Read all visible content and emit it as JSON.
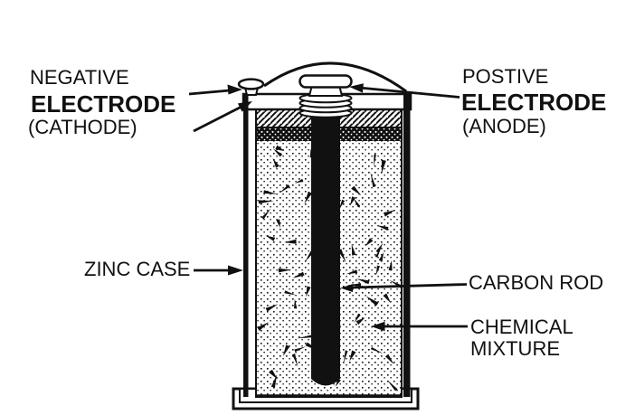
{
  "labels": {
    "negative": {
      "line1": "NEGATIVE",
      "line2": "ELECTRODE",
      "line3": "(CATHODE)"
    },
    "positive": {
      "line1": "POSTIVE",
      "line2": "ELECTRODE",
      "line3": "(ANODE)"
    },
    "zinc_case": "ZINC CASE",
    "carbon_rod": "CARBON ROD",
    "chemical_mixture": {
      "line1": "CHEMICAL",
      "line2": "MIXTURE"
    }
  },
  "colors": {
    "ink": "#111111",
    "paper": "#ffffff"
  }
}
